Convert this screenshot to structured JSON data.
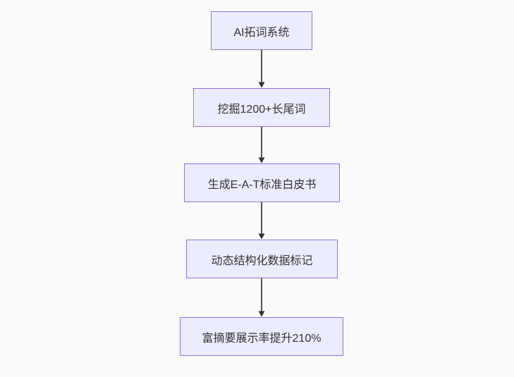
{
  "diagram": {
    "type": "flowchart-top-down",
    "canvas_background": "#fafafa",
    "node_fill_color": "#ECECFF",
    "node_border_color": "#9370DB",
    "text_color": "#333333",
    "arrow_color": "#333333",
    "nodes": [
      {
        "id": "A",
        "label": "AI拓词系统"
      },
      {
        "id": "B",
        "label": "挖掘1200+长尾词"
      },
      {
        "id": "C",
        "label": "生成E-A-T标准白皮书"
      },
      {
        "id": "D",
        "label": "动态结构化数据标记"
      },
      {
        "id": "E",
        "label": "富摘要展示率提升210%"
      }
    ],
    "edges": [
      {
        "from": 0,
        "to": 1
      },
      {
        "from": 1,
        "to": 2
      },
      {
        "from": 2,
        "to": 3
      },
      {
        "from": 3,
        "to": 4
      }
    ]
  }
}
